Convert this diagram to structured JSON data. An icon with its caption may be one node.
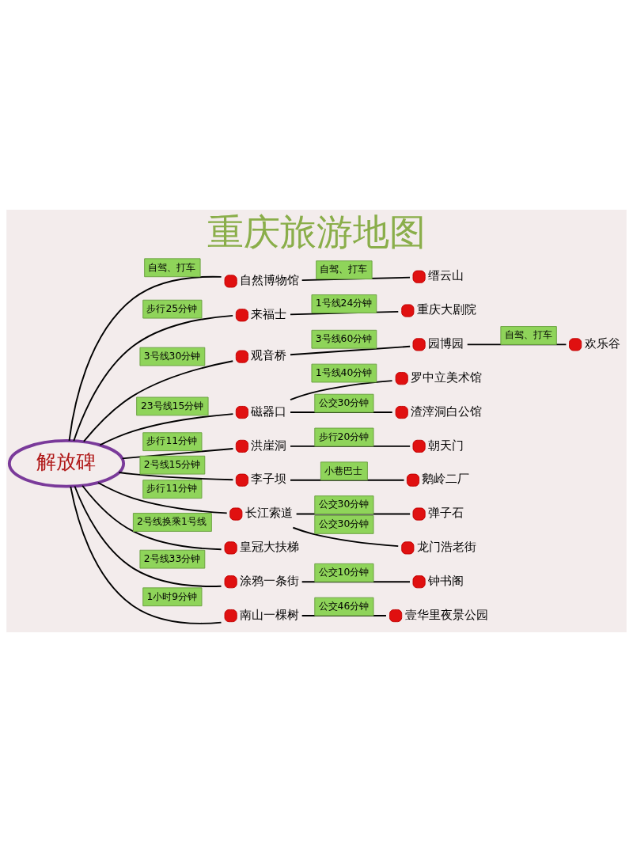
{
  "diagram": {
    "title": "重庆旅游地图",
    "nodes": [
      {
        "text": [
          "解放碑"
        ]
      },
      {
        "text": [],
        "shape": "circle",
        "beside": [
          "欢乐谷"
        ]
      },
      {
        "text": [],
        "shape": "circle",
        "beside": [
          "缙云山"
        ]
      },
      {
        "text": [],
        "shape": "circle",
        "beside": [
          "自然博物馆"
        ]
      },
      {
        "text": [],
        "shape": "circle",
        "beside": [
          "重庆大剧院"
        ]
      },
      {
        "text": [],
        "shape": "circle",
        "beside": [
          "园博园"
        ]
      },
      {
        "text": [],
        "shape": "circle",
        "beside": [
          "罗中立美术馆"
        ]
      },
      {
        "text": [],
        "shape": "circle",
        "beside": [
          "来福士"
        ]
      },
      {
        "text": [],
        "shape": "circle",
        "beside": [
          "观音桥"
        ]
      },
      {
        "text": [],
        "shape": "circle",
        "beside": [
          "朝天门"
        ]
      },
      {
        "text": [],
        "shape": "circle",
        "beside": [
          "磁器口"
        ]
      },
      {
        "text": [],
        "shape": "circle",
        "beside": [
          "渣滓洞白公馆"
        ]
      },
      {
        "text": [],
        "shape": "circle",
        "beside": [
          "洪崖洞"
        ]
      },
      {
        "text": [],
        "shape": "circle",
        "beside": [
          "弹子石"
        ]
      },
      {
        "text": [],
        "shape": "circle",
        "beside": [
          "李子坝"
        ]
      },
      {
        "text": [],
        "shape": "circle",
        "beside": [
          "长江索道"
        ]
      },
      {
        "text": [],
        "shape": "circle",
        "beside": [
          "皇冠大扶梯"
        ]
      },
      {
        "text": [],
        "shape": "circle",
        "beside": [
          "鹅岭二厂"
        ]
      },
      {
        "text": [],
        "shape": "circle",
        "beside": [
          "涂鸦一条街"
        ]
      },
      {
        "text": [],
        "shape": "circle",
        "beside": [
          "龙门浩老街"
        ]
      },
      {
        "text": [],
        "shape": "circle",
        "beside": [
          "南山一棵树"
        ]
      },
      {
        "text": [],
        "shape": "circle",
        "beside": [
          "钟书阁"
        ]
      },
      {
        "text": [],
        "shape": "circle",
        "beside": [
          "壹华里夜景公园"
        ]
      }
    ],
    "edges": [
      {
        "from": 0,
        "to": 3,
        "arrow": "none",
        "label": "自驾、打车"
      },
      {
        "from": 3,
        "to": 2,
        "arrow": "none",
        "label": "自驾、打车"
      },
      {
        "from": 0,
        "to": 8,
        "arrow": "none",
        "label": "3号线30分钟"
      },
      {
        "from": 8,
        "to": 5,
        "arrow": "none",
        "label": "3号线60分钟"
      },
      {
        "from": 5,
        "to": 1,
        "arrow": "none",
        "label": "自驾、打车"
      },
      {
        "from": 0,
        "to": 7,
        "arrow": "none",
        "label": "步行25分钟"
      },
      {
        "from": 7,
        "to": 4,
        "arrow": "none",
        "label": "1号线24分钟"
      },
      {
        "from": 0,
        "to": 12,
        "arrow": "none",
        "label": "步行11分钟"
      },
      {
        "from": 12,
        "to": 9,
        "arrow": "none",
        "label": "步行20分钟"
      },
      {
        "from": 0,
        "to": 15,
        "arrow": "none",
        "label": "步行11分钟"
      },
      {
        "from": 15,
        "to": 13,
        "arrow": "none",
        "label": "公交30分钟"
      },
      {
        "from": 15,
        "to": 19,
        "arrow": "none",
        "label": "公交30分钟"
      },
      {
        "from": 0,
        "to": 16,
        "arrow": "none",
        "label": "2号线换乘1号线"
      },
      {
        "from": 0,
        "to": 20,
        "arrow": "none",
        "label": "1小时9分钟"
      },
      {
        "from": 20,
        "to": 22,
        "arrow": "none",
        "label": "公交46分钟"
      },
      {
        "from": 0,
        "to": 18,
        "arrow": "none",
        "label": "2号线33分钟"
      },
      {
        "from": 18,
        "to": 21,
        "arrow": "none",
        "label": "公交10分钟"
      },
      {
        "from": 0,
        "to": 14,
        "arrow": "none",
        "label": "2号线15分钟"
      },
      {
        "from": 14,
        "to": 17,
        "arrow": "none",
        "label": "小巷巴士"
      },
      {
        "from": 0,
        "to": 10,
        "arrow": "none",
        "label": "23号线15分钟"
      },
      {
        "from": 10,
        "to": 6,
        "arrow": "none",
        "label": "1号线40分钟"
      },
      {
        "from": 10,
        "to": 11,
        "arrow": "none",
        "label": "公交30分钟"
      }
    ]
  }
}
